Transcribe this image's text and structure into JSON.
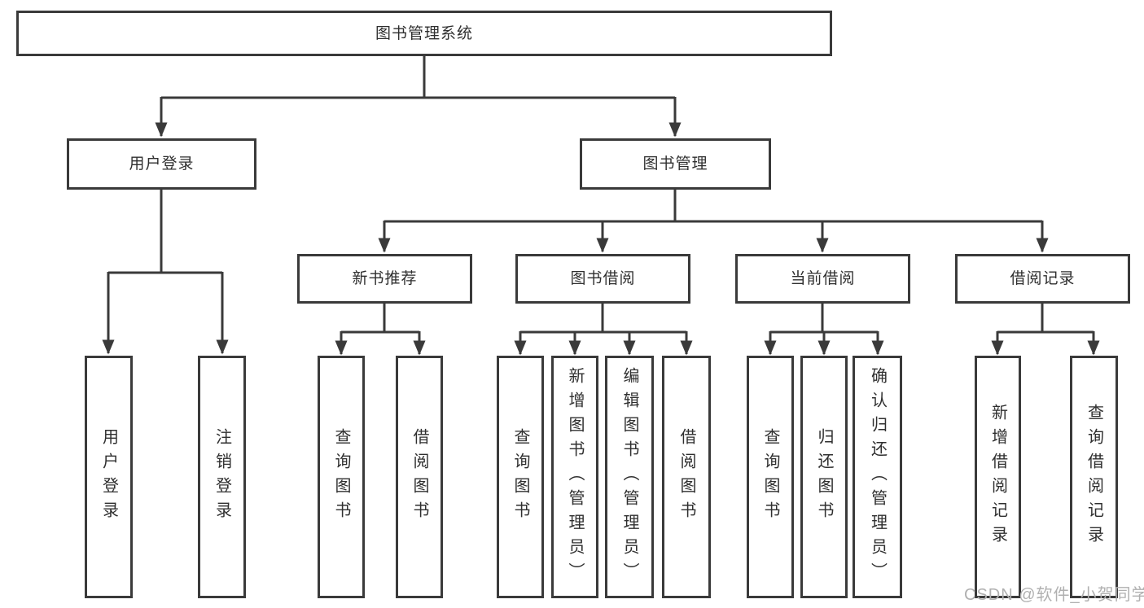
{
  "tree": {
    "root": {
      "label": "图书管理系统",
      "children": [
        {
          "label": "用户登录",
          "children": [
            {
              "label": "用户登录"
            },
            {
              "label": "注销登录"
            }
          ]
        },
        {
          "label": "图书管理",
          "children": [
            {
              "label": "新书推荐",
              "children": [
                {
                  "label": "查询图书"
                },
                {
                  "label": "借阅图书"
                }
              ]
            },
            {
              "label": "图书借阅",
              "children": [
                {
                  "label": "查询图书"
                },
                {
                  "label": "新增图书（管理员）"
                },
                {
                  "label": "编辑图书（管理员）"
                },
                {
                  "label": "借阅图书"
                }
              ]
            },
            {
              "label": "当前借阅",
              "children": [
                {
                  "label": "查询图书"
                },
                {
                  "label": "归还图书"
                },
                {
                  "label": "确认归还（管理员）"
                }
              ]
            },
            {
              "label": "借阅记录",
              "children": [
                {
                  "label": "新增借阅记录"
                },
                {
                  "label": "查询借阅记录"
                }
              ]
            }
          ]
        }
      ]
    }
  },
  "watermark": "CSDN @软件_小贺同学",
  "colors": {
    "line": "#3a3a3a",
    "text": "#2f2f2f",
    "watermark": "#b0b0b0",
    "background": "#ffffff"
  }
}
